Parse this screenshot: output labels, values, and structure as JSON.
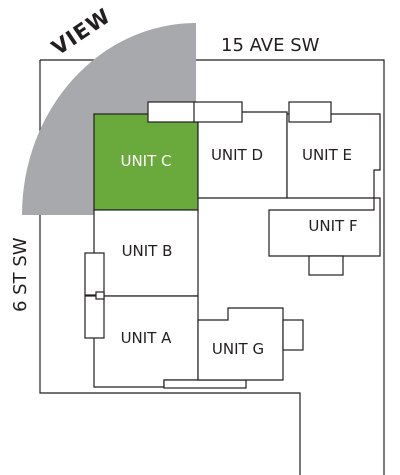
{
  "plan": {
    "streets": {
      "north": "15 AVE SW",
      "west": "6 ST SW"
    },
    "view_label": "VIEW",
    "highlighted_unit": "unit-c",
    "colors": {
      "highlight": "#6aaa3c",
      "view_wedge": "#a7a9ac",
      "lines": "#231f20"
    },
    "units": [
      {
        "id": "unit-a",
        "label": "UNIT A"
      },
      {
        "id": "unit-b",
        "label": "UNIT B"
      },
      {
        "id": "unit-c",
        "label": "UNIT C"
      },
      {
        "id": "unit-d",
        "label": "UNIT D"
      },
      {
        "id": "unit-e",
        "label": "UNIT E"
      },
      {
        "id": "unit-f",
        "label": "UNIT F"
      },
      {
        "id": "unit-g",
        "label": "UNIT G"
      }
    ]
  }
}
